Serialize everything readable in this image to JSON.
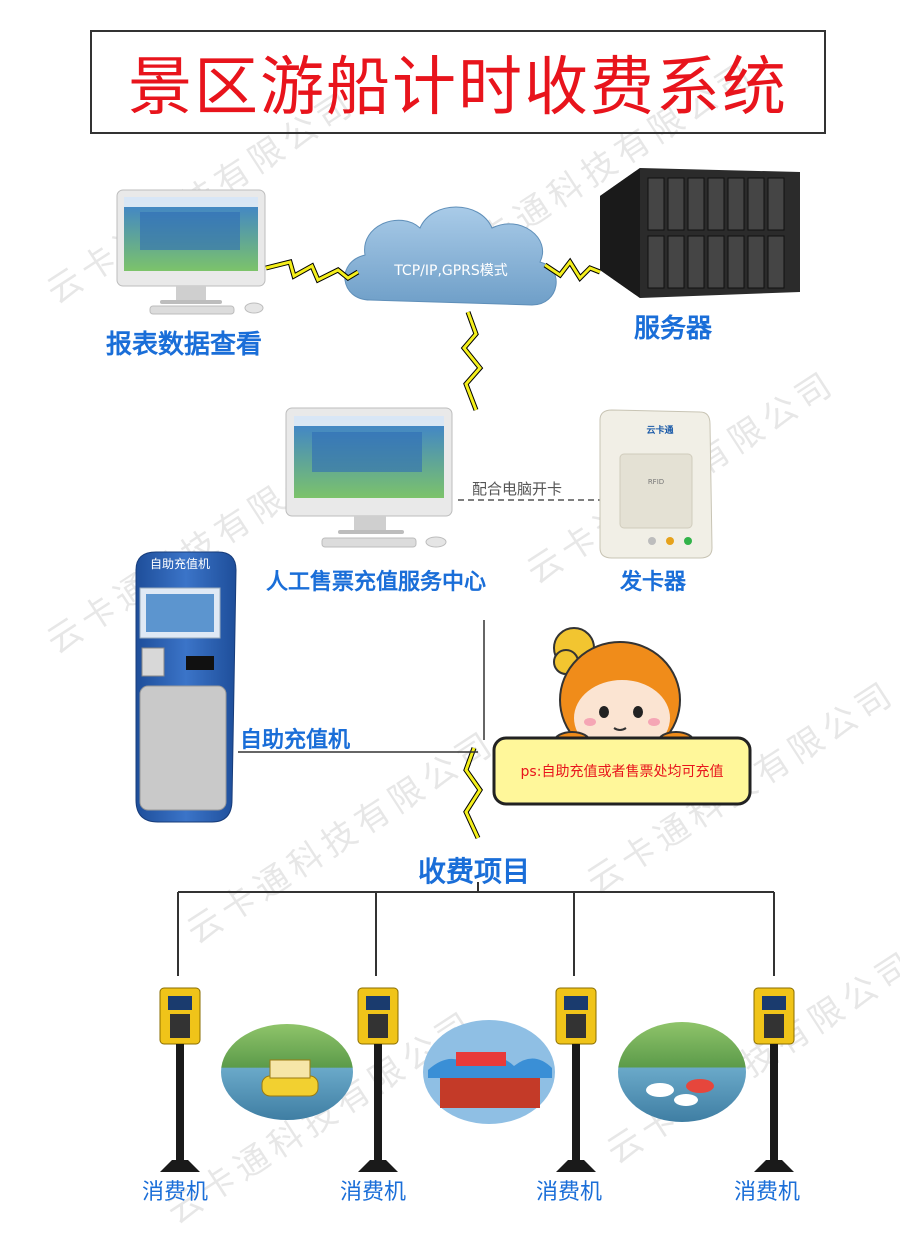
{
  "title": "景区游船计时收费系统",
  "network": {
    "cloud_label": "TCP/IP,GPRS模式",
    "report_label": "报表数据查看",
    "server_label": "服务器"
  },
  "center": {
    "service_center_label": "人工售票充值服务中心",
    "card_issuer_label": "发卡器",
    "connection_label": "配合电脑开卡",
    "card_reader_brand": "云卡通",
    "card_reader_rfid": "RFID"
  },
  "kiosk": {
    "header": "自助充值机",
    "label": "自助充值机"
  },
  "note": "ps:自助充值或者售票处均可充值",
  "charges": {
    "label": "收费项目",
    "terminal_label": "消费机"
  },
  "watermark": "云卡通科技有限公司",
  "colors": {
    "title_red": "#e8141c",
    "label_blue": "#1a6ed8",
    "terminal_yellow": "#f0c419",
    "note_yellow": "#fff79a",
    "cloud_blue": "#8fb7d9"
  }
}
